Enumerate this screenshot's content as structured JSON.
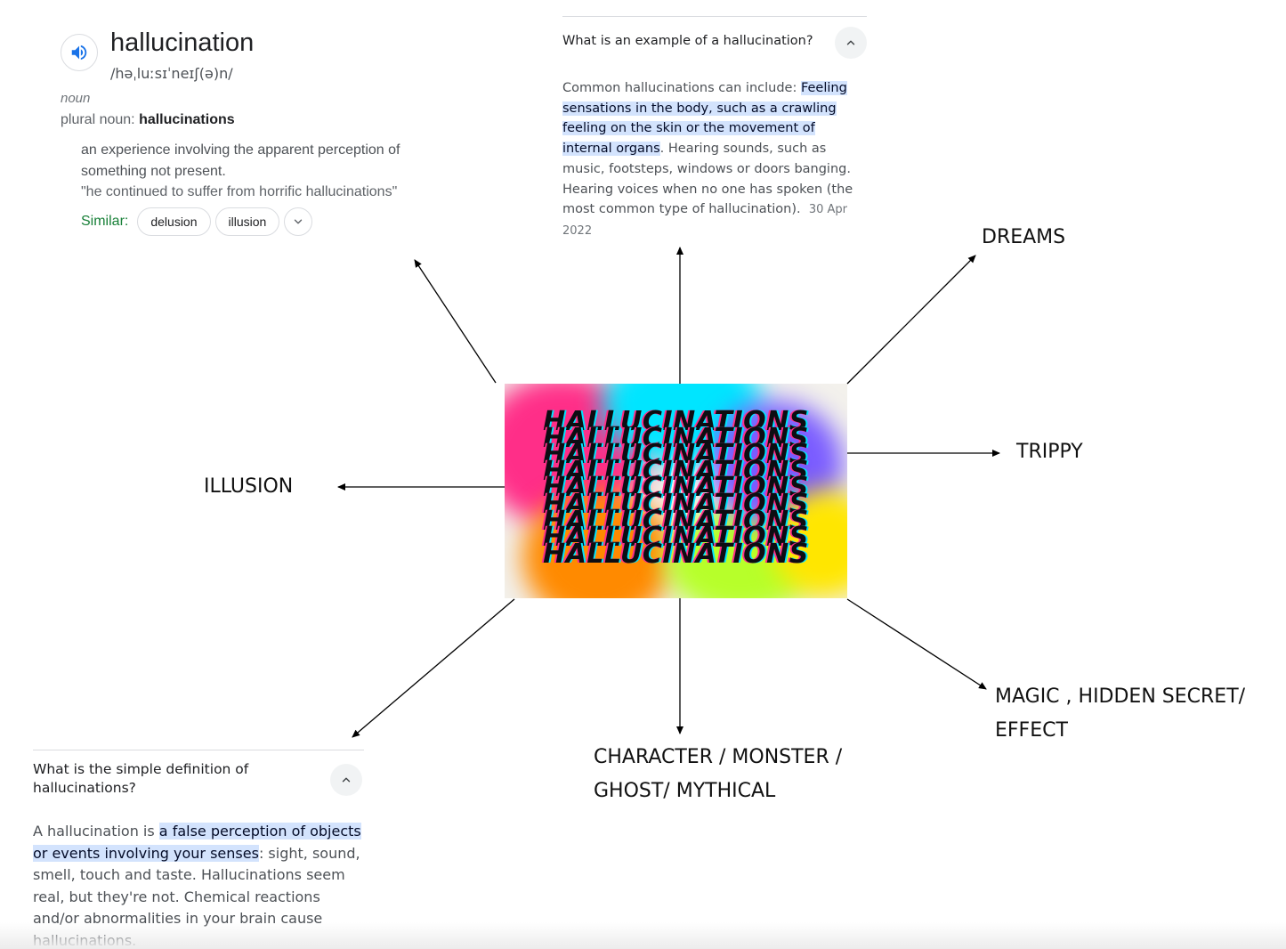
{
  "definition": {
    "word": "hallucination",
    "phonetic": "/həˌluːsɪˈneɪʃ(ə)n/",
    "part_of_speech": "noun",
    "plural_label": "plural noun: ",
    "plural_value": "hallucinations",
    "meaning": "an experience involving the apparent perception of something not present.",
    "example": "\"he continued to suffer from horrific hallucinations\"",
    "similar_label": "Similar:",
    "similar": [
      "delusion",
      "illusion"
    ]
  },
  "faq_top": {
    "question": "What is an example of a hallucination?",
    "answer_pre": "Common hallucinations can include: ",
    "answer_highlight": "Feeling sensations in the body, such as a crawling feeling on the skin or the movement of internal organs",
    "answer_post": ". Hearing sounds, such as music, footsteps, windows or doors banging. Hearing voices when no one has spoken (the most common type of hallucination).",
    "date": "30 Apr 2022"
  },
  "faq_bottom": {
    "question": "What is the simple definition of hallucinations?",
    "answer_pre": "A hallucination is ",
    "answer_highlight": "a false perception of objects or events involving your senses",
    "answer_post": ": sight, sound, smell, touch and taste. Hallucinations seem real, but they're not. Chemical reactions and/or abnormalities in your brain cause hallucinations."
  },
  "hero": {
    "word": "HALLUCINATIONS",
    "repeat": 9,
    "colors": [
      "#ff2e88",
      "#00e5ff",
      "#ff8a00",
      "#b7ff2a",
      "#7a5cff",
      "#ffe600"
    ]
  },
  "labels": {
    "dreams": "DREAMS",
    "trippy": "TRIPPY",
    "illusion": "ILLUSION",
    "character_line1": "CHARACTER / MONSTER /",
    "character_line2": "GHOST/ MYTHICAL",
    "magic_line1": "MAGIC , HIDDEN SECRET/",
    "magic_line2": "EFFECT"
  }
}
